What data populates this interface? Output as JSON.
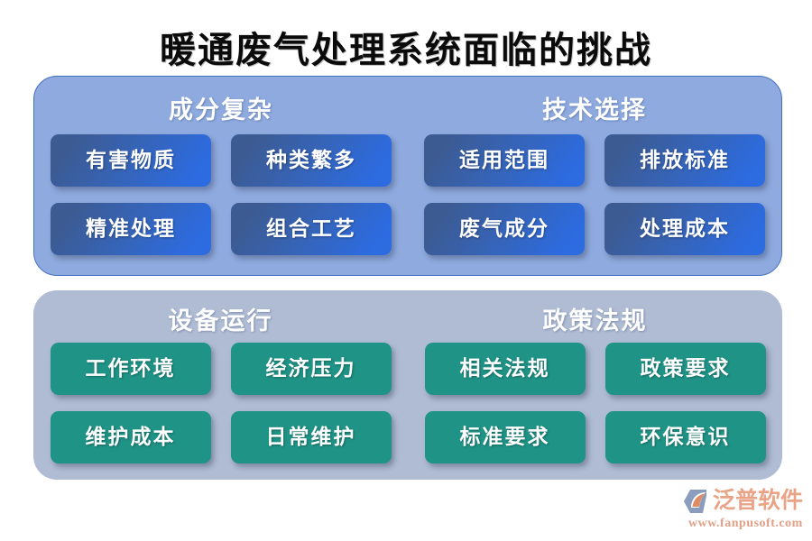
{
  "page_title": "暖通废气处理系统面临的挑战",
  "colors": {
    "panel_top_bg": "#8EAADE",
    "panel_top_border": "#4571C4",
    "panel_bottom_bg": "#AFBCD3",
    "chip_blue_from": "#3C5B93",
    "chip_blue_to": "#2C6BE0",
    "chip_teal": "#1F9386",
    "title_color": "#0B0B0B",
    "heading_color": "#FFFFFF",
    "logo_text": "#E9A488",
    "logo_mark_body": "#8A9DBC",
    "logo_mark_swoosh": "#E08B62"
  },
  "panels": [
    {
      "id": "panel-top",
      "style": "blue",
      "sections": [
        {
          "heading": "成分复杂",
          "chips": [
            "有害物质",
            "种类繁多",
            "精准处理",
            "组合工艺"
          ]
        },
        {
          "heading": "技术选择",
          "chips": [
            "适用范围",
            "排放标准",
            "废气成分",
            "处理成本"
          ]
        }
      ]
    },
    {
      "id": "panel-bottom",
      "style": "teal",
      "sections": [
        {
          "heading": "设备运行",
          "chips": [
            "工作环境",
            "经济压力",
            "维护成本",
            "日常维护"
          ]
        },
        {
          "heading": "政策法规",
          "chips": [
            "相关法规",
            "政策要求",
            "标准要求",
            "环保意识"
          ]
        }
      ]
    }
  ],
  "logo": {
    "brand": "泛普软件",
    "url": "www.fanpusoft.com",
    "mark_name": "fanpu-hexagon-swoosh-logo"
  }
}
